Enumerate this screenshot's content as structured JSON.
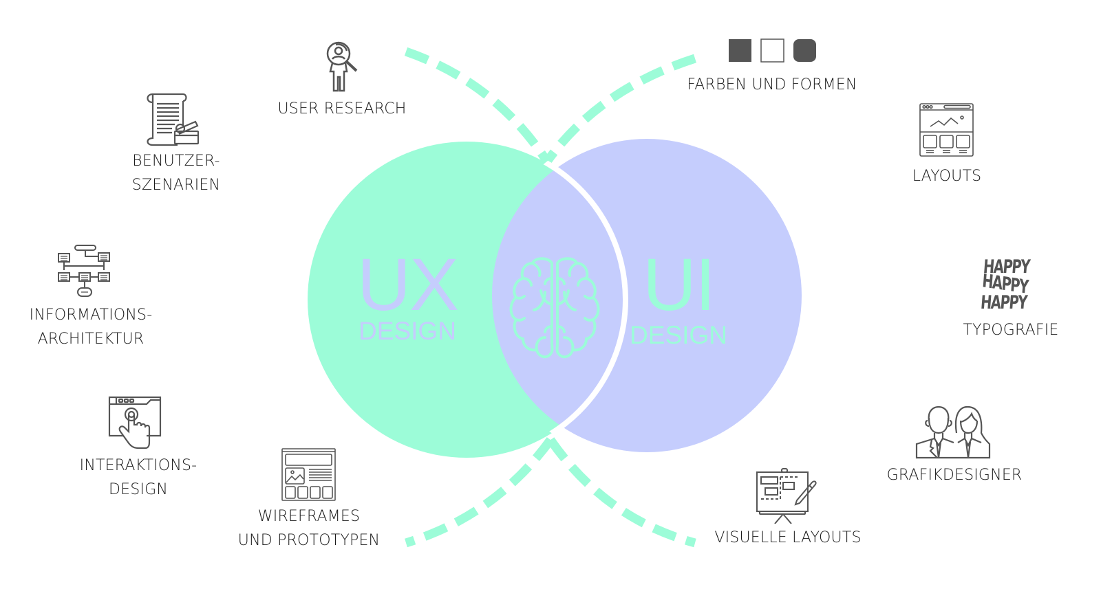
{
  "colors": {
    "ux_circle": "#9cfcd8",
    "ui_circle": "#c5cdfd",
    "dashes": "#9cfcd8",
    "icon_stroke": "#555555",
    "text": "#1a1a1a"
  },
  "center": {
    "ux": {
      "title": "UX",
      "subtitle": "DESIGN"
    },
    "ui": {
      "title": "UI",
      "subtitle": "DESIGN"
    },
    "overlap_icon": "brain-icon"
  },
  "ux_items": [
    {
      "id": "user-research",
      "icon": "user-search-icon",
      "lines": [
        "USER RESEARCH"
      ]
    },
    {
      "id": "benutzer-szenarien",
      "icon": "scroll-clapper-icon",
      "lines": [
        "BENUTZER-",
        "SZENARIEN"
      ]
    },
    {
      "id": "informations-architektur",
      "icon": "sitemap-icon",
      "lines": [
        "INFORMATIONS-",
        "ARCHITEKTUR"
      ]
    },
    {
      "id": "interaktions-design",
      "icon": "touch-browser-icon",
      "lines": [
        "INTERAKTIONS-",
        "DESIGN"
      ]
    },
    {
      "id": "wireframes",
      "icon": "wireframe-icon",
      "lines": [
        "WIREFRAMES",
        "UND PROTOTYPEN"
      ]
    }
  ],
  "ui_items": [
    {
      "id": "farben-und-formen",
      "icon": "shapes-icon",
      "lines": [
        "FARBEN UND FORMEN"
      ]
    },
    {
      "id": "layouts",
      "icon": "layout-icon",
      "lines": [
        "LAYOUTS"
      ]
    },
    {
      "id": "typografie",
      "icon": "typography-icon",
      "lines": [
        "TYPOGRAFIE"
      ],
      "icon_text": [
        "HAPPY",
        "HAPPY",
        "HAPPY"
      ]
    },
    {
      "id": "grafikdesigner",
      "icon": "designers-icon",
      "lines": [
        "GRAFIKDESIGNER"
      ]
    },
    {
      "id": "visuelle-layouts",
      "icon": "easel-icon",
      "lines": [
        "VISUELLE LAYOUTS"
      ]
    }
  ]
}
